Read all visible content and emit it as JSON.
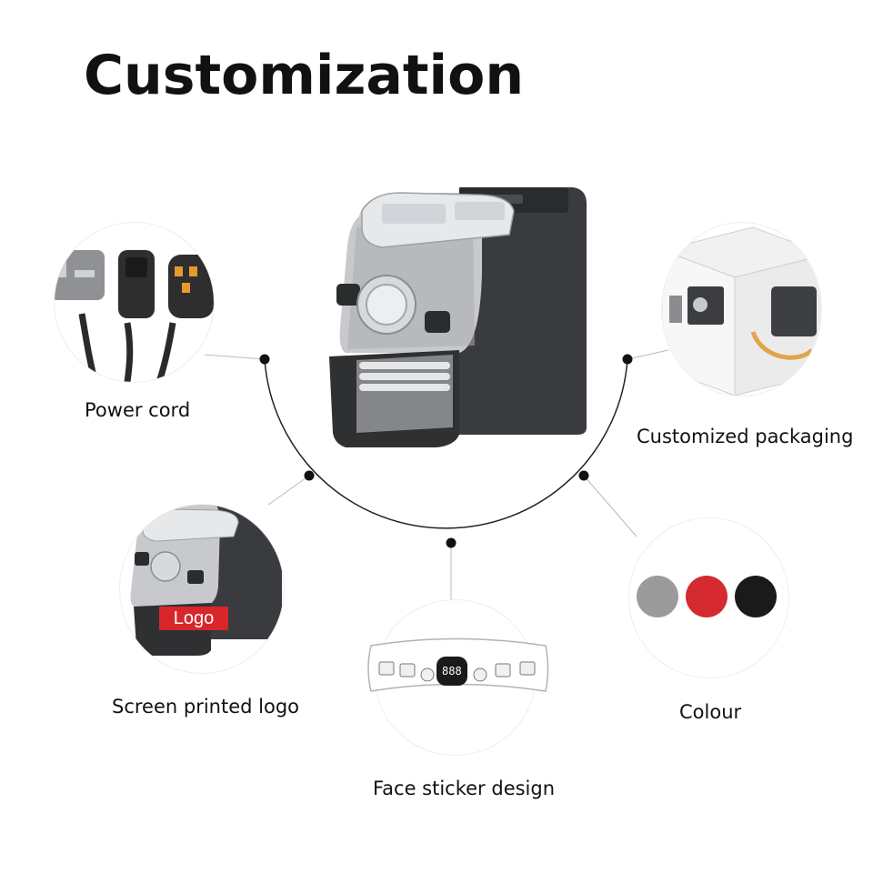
{
  "title": "Customization",
  "features": {
    "power_cord": "Power cord",
    "packaging": "Customized packaging",
    "logo": "Screen printed logo",
    "sticker": "Face sticker design",
    "colour": "Colour"
  },
  "logo_tag": "Logo",
  "colours": [
    "#9b9b9b",
    "#d42a30",
    "#1a1a1a"
  ]
}
